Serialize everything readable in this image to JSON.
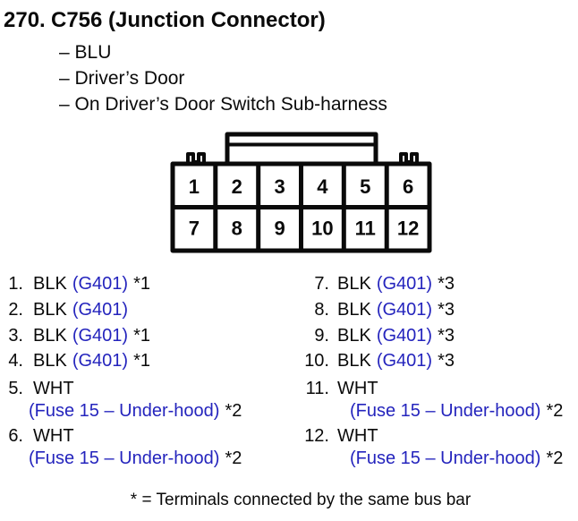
{
  "header": {
    "number": "270.",
    "title": "C756 (Junction Connector)",
    "attributes": [
      "– BLU",
      "– Driver’s Door",
      "– On Driver’s Door Switch Sub-harness"
    ]
  },
  "connector": {
    "name": "C756",
    "rows": 2,
    "columns": 6,
    "pin_numbers": [
      "1",
      "2",
      "3",
      "4",
      "5",
      "6",
      "7",
      "8",
      "9",
      "10",
      "11",
      "12"
    ]
  },
  "pins": {
    "left": [
      {
        "num": "1.",
        "wire": "BLK",
        "ref": "(G401)",
        "note": "*1"
      },
      {
        "num": "2.",
        "wire": "BLK",
        "ref": "(G401)",
        "note": ""
      },
      {
        "num": "3.",
        "wire": "BLK",
        "ref": "(G401)",
        "note": "*1"
      },
      {
        "num": "4.",
        "wire": "BLK",
        "ref": "(G401)",
        "note": "*1"
      },
      {
        "num": "5.",
        "wire": "WHT",
        "ref": "(Fuse 15 – Under-hood)",
        "note": "*2"
      },
      {
        "num": "6.",
        "wire": "WHT",
        "ref": "(Fuse 15 – Under-hood)",
        "note": "*2"
      }
    ],
    "right": [
      {
        "num": "7.",
        "wire": "BLK",
        "ref": "(G401)",
        "note": "*3"
      },
      {
        "num": "8.",
        "wire": "BLK",
        "ref": "(G401)",
        "note": "*3"
      },
      {
        "num": "9.",
        "wire": "BLK",
        "ref": "(G401)",
        "note": "*3"
      },
      {
        "num": "10.",
        "wire": "BLK",
        "ref": "(G401)",
        "note": "*3"
      },
      {
        "num": "11.",
        "wire": "WHT",
        "ref": "(Fuse 15 – Under-hood)",
        "note": "*2"
      },
      {
        "num": "12.",
        "wire": "WHT",
        "ref": "(Fuse 15 – Under-hood)",
        "note": "*2"
      }
    ]
  },
  "footnote": "* = Terminals connected by the same bus bar",
  "colors": {
    "reference_blue": "#2424bd",
    "text": "#0a0a0a",
    "background": "#ffffff"
  }
}
